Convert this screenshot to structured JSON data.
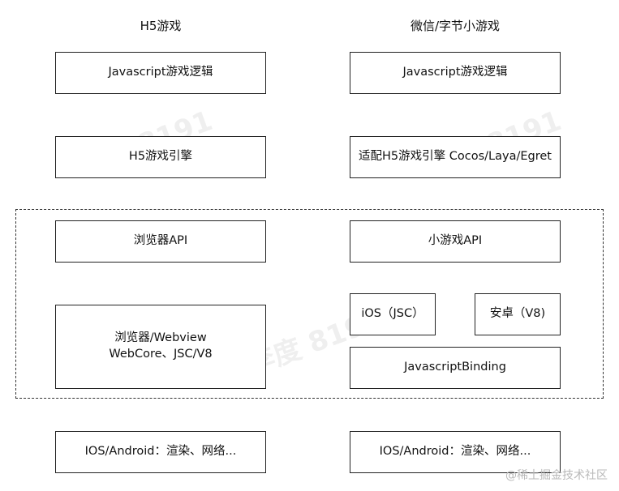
{
  "columns": {
    "left_title": "H5游戏",
    "right_title": "微信/字节小游戏"
  },
  "left": {
    "js_logic": "Javascript游戏逻辑",
    "engine": "H5游戏引擎",
    "browser_api": "浏览器API",
    "runtime_line1": "浏览器/Webview",
    "runtime_line2": "WebCore、JSC/V8",
    "os": "IOS/Android：渲染、网络..."
  },
  "right": {
    "js_logic": "Javascript游戏逻辑",
    "engine": "适配H5游戏引擎 Cocos/Laya/Egret",
    "mini_api": "小游戏API",
    "ios": "iOS（JSC）",
    "android": "安卓（V8)",
    "binding": "JavascriptBinding",
    "os": "IOS/Android：渲染、网络..."
  },
  "watermarks": {
    "author": "李度 8191",
    "footer": "@稀土掘金技术社区"
  }
}
